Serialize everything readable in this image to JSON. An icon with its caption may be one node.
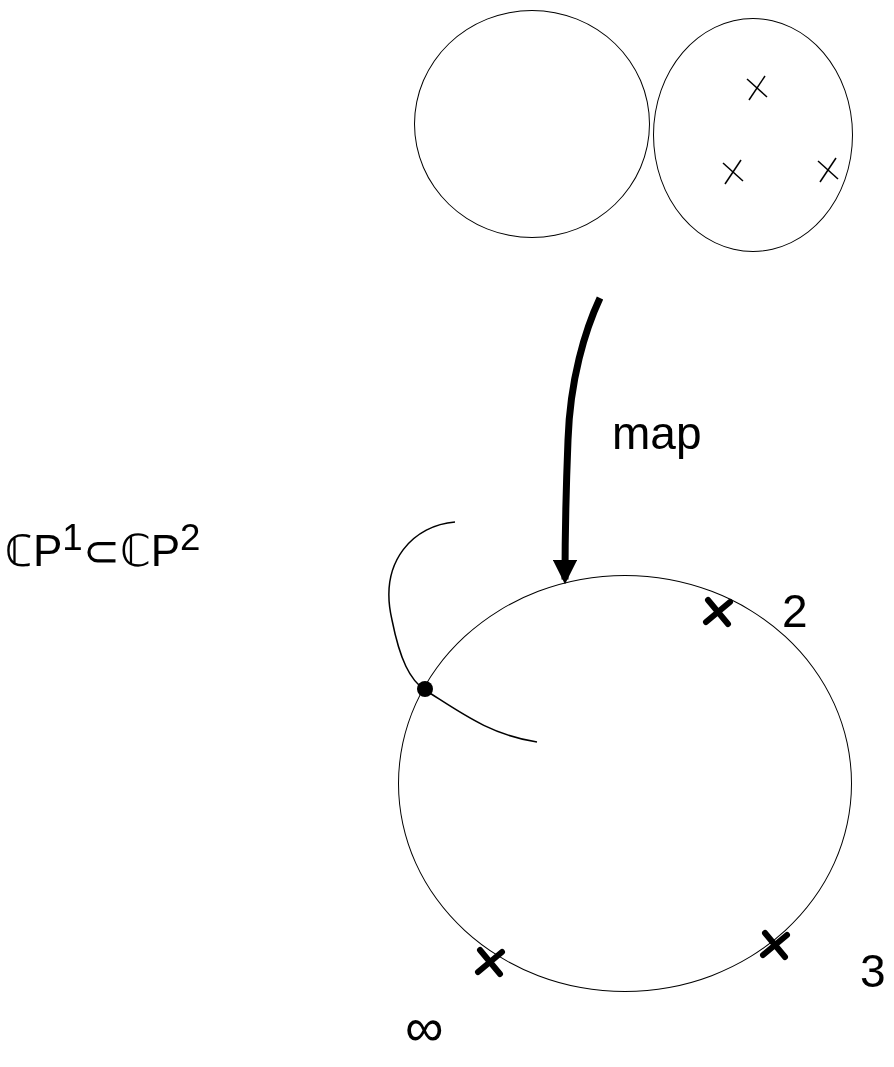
{
  "diagram": {
    "nodes": [
      {
        "text": [],
        "shape": "circle"
      },
      {
        "text": [],
        "shape": "circle"
      },
      {
        "text": [],
        "shape": "circle"
      }
    ],
    "edges": [
      {
        "from": null,
        "to": 2,
        "arrow": "to",
        "label": "map"
      }
    ],
    "labels": [
      "ℂP$^{1}$⊂ℂP$^{2}$",
      "2",
      "3",
      "∞"
    ]
  }
}
